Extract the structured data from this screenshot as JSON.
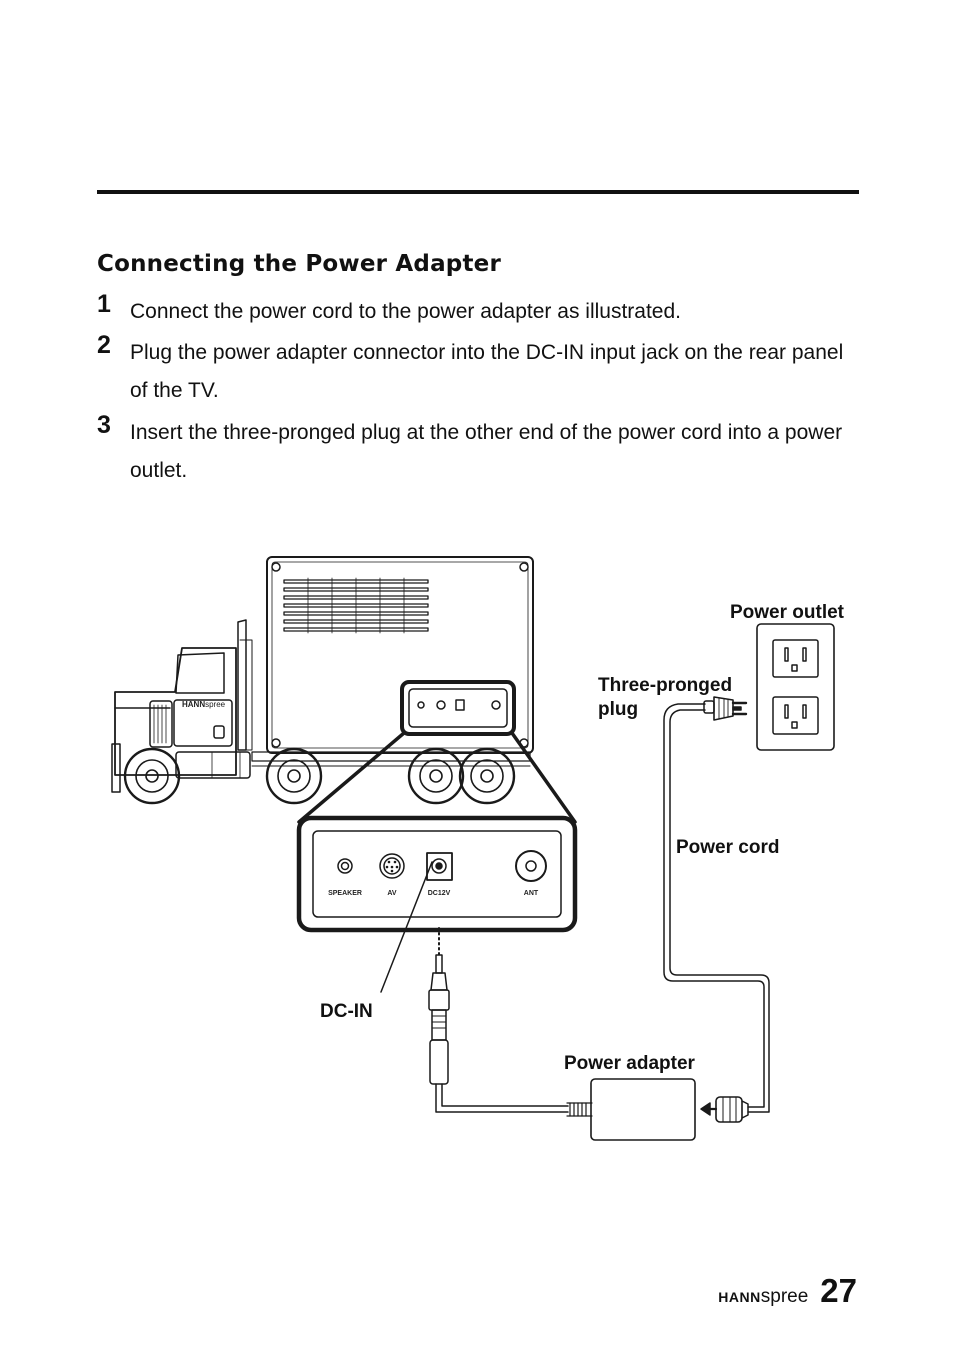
{
  "section": {
    "title": "Connecting the Power Adapter"
  },
  "steps": [
    {
      "number": "1",
      "text": "Connect the power cord to the power adapter as illustrated."
    },
    {
      "number": "2",
      "text": "Plug the power adapter connector into the DC-IN input jack on the rear panel of the TV."
    },
    {
      "number": "3",
      "text": "Insert the three-pronged plug at the other end of the power cord into a power outlet."
    }
  ],
  "diagram": {
    "labels": {
      "power_outlet": "Power outlet",
      "three_pronged_plug": "Three-pronged plug",
      "power_cord": "Power cord",
      "dc_in": "DC-IN",
      "power_adapter": "Power adapter"
    },
    "rear_panel": {
      "speaker": "SPEAKER",
      "av": "AV",
      "dc12v": "DC12V",
      "ant": "ANT"
    },
    "truck_logo": {
      "bold": "HANN",
      "light": "spree"
    }
  },
  "footer": {
    "brand_bold": "HANN",
    "brand_light": "spree",
    "page_number": "27"
  }
}
